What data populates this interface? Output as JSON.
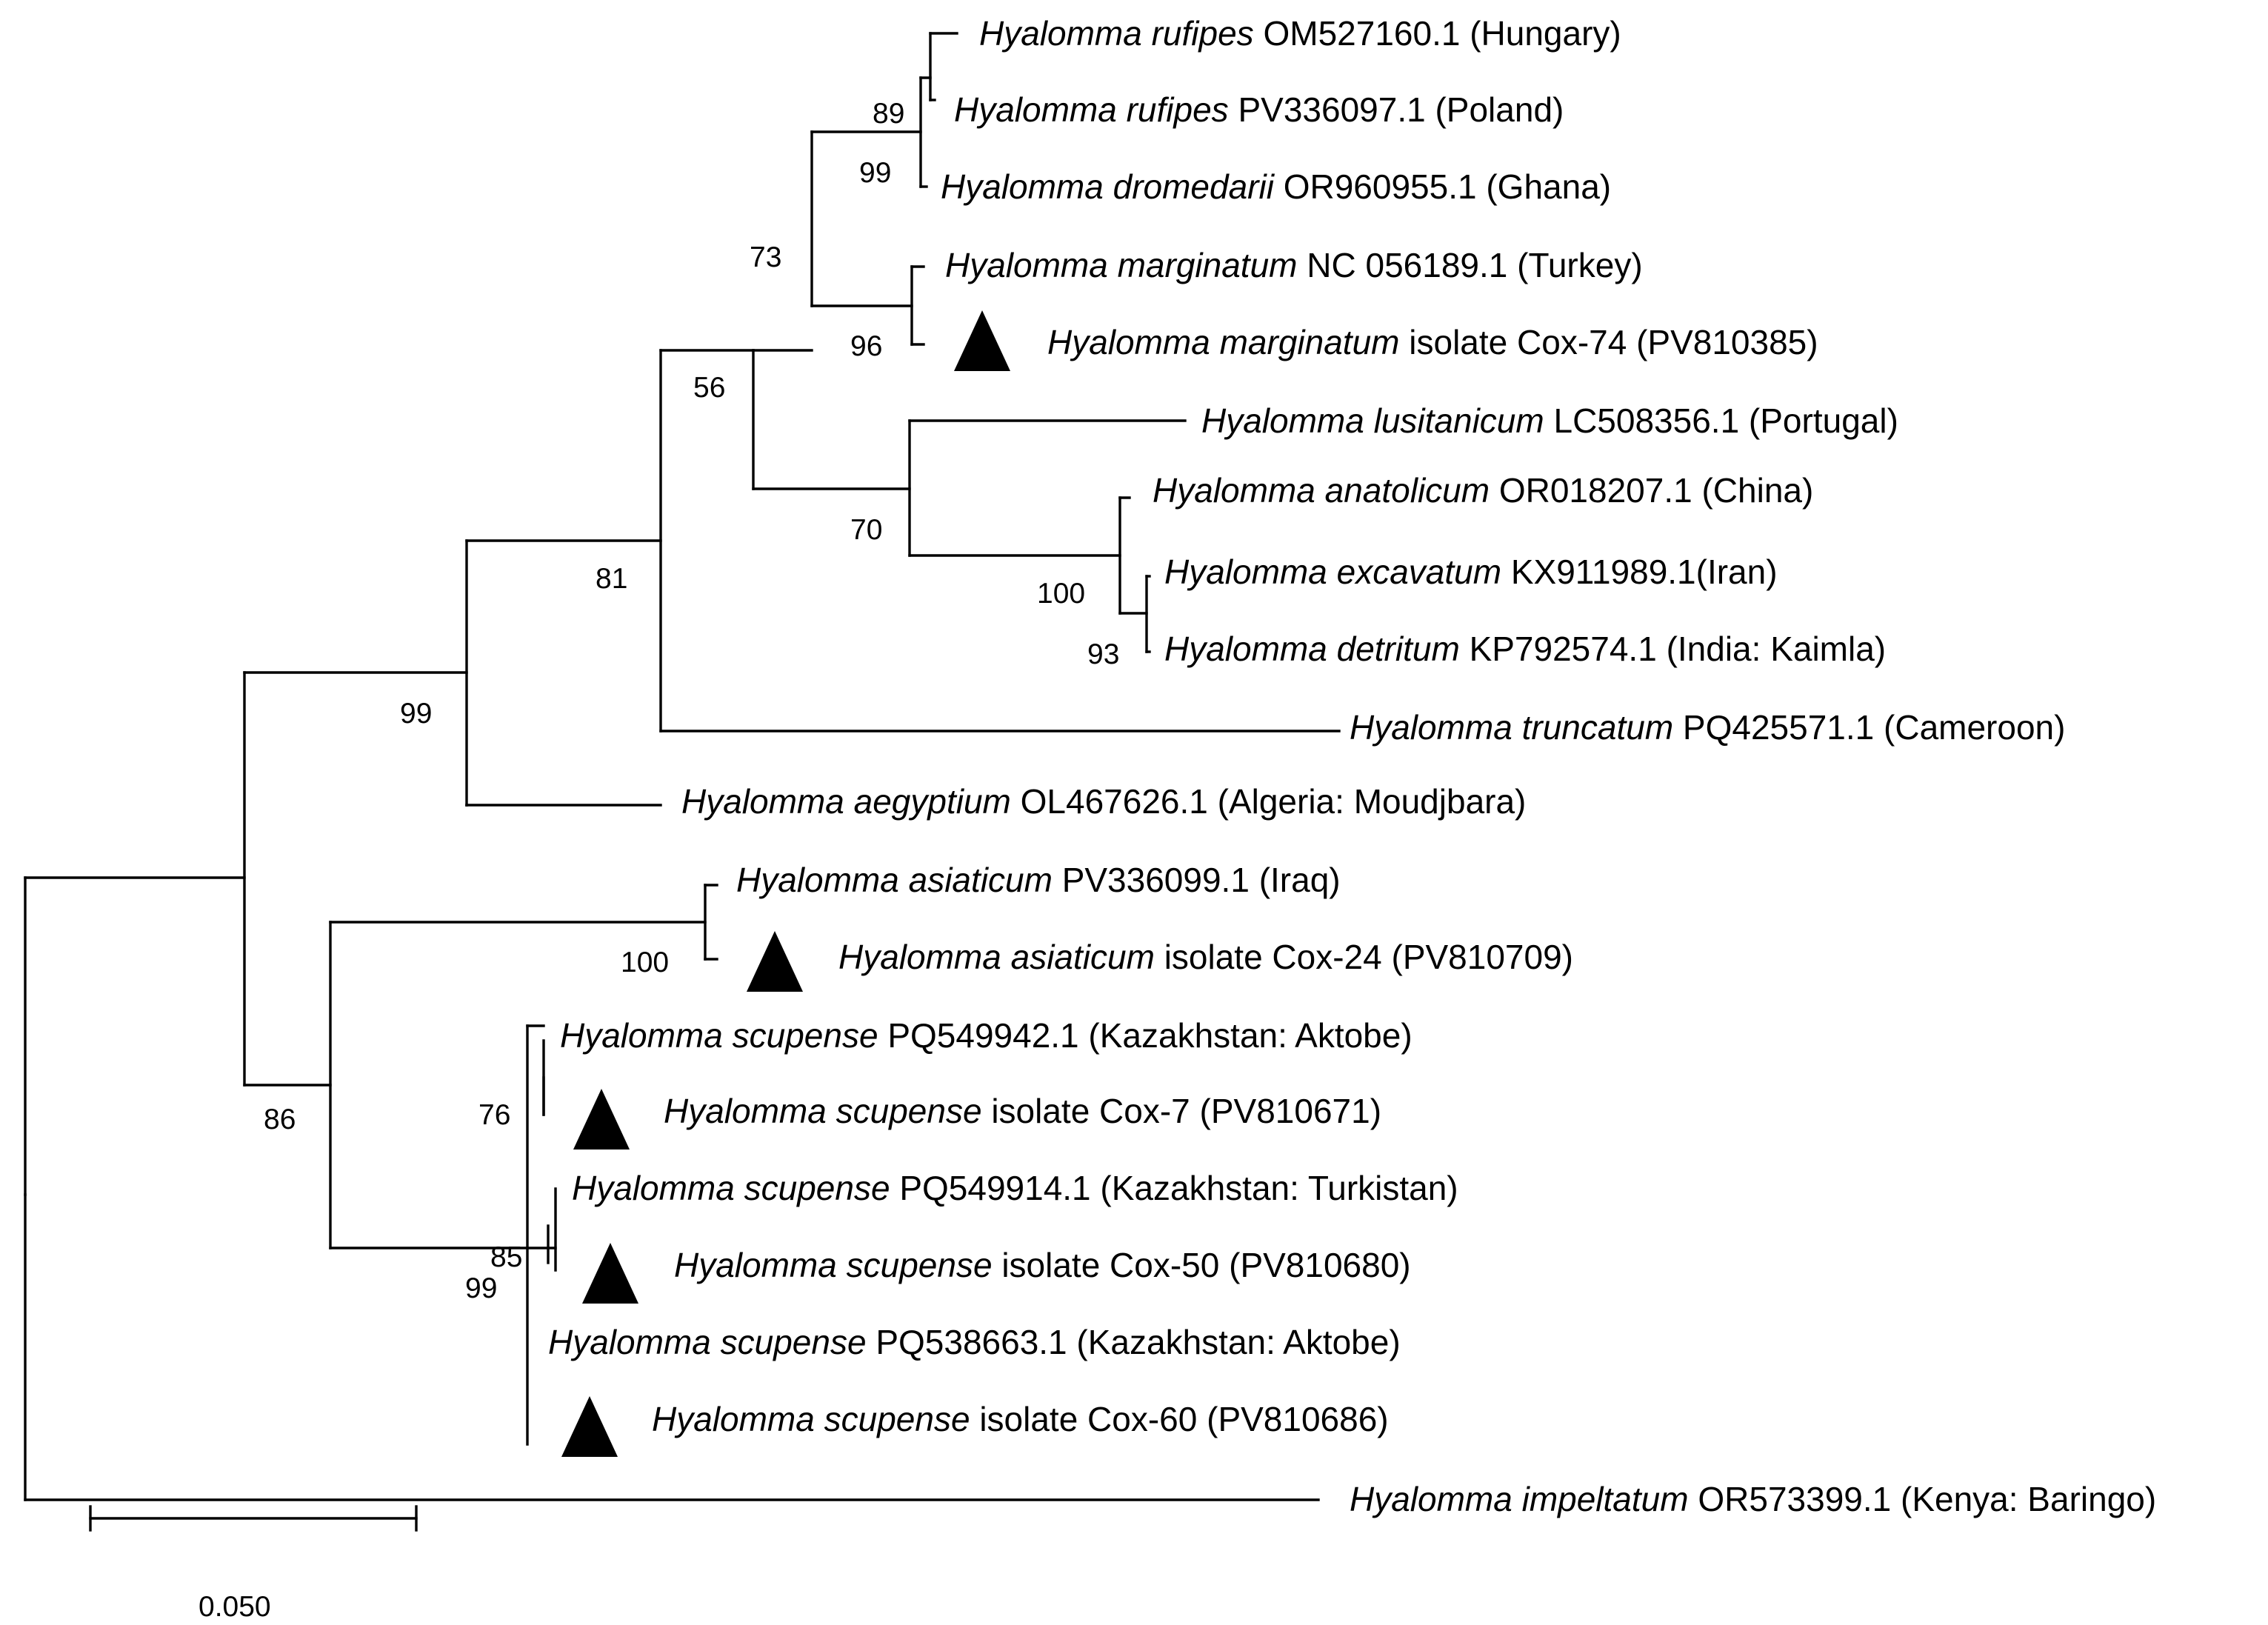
{
  "tree": {
    "taxa": [
      {
        "species": "Hyalomma rufipes",
        "accession": "OM527160.1 (Hungary)",
        "marked": false
      },
      {
        "species": "Hyalomma rufipes",
        "accession": "PV336097.1 (Poland)",
        "marked": false
      },
      {
        "species": "Hyalomma dromedarii",
        "accession": "OR960955.1 (Ghana)",
        "marked": false
      },
      {
        "species": "Hyalomma marginatum",
        "accession": "NC 056189.1 (Turkey)",
        "marked": false
      },
      {
        "species": "Hyalomma marginatum",
        "accession": "isolate Cox-74 (PV810385)",
        "marked": true
      },
      {
        "species": "Hyalomma lusitanicum",
        "accession": "LC508356.1 (Portugal)",
        "marked": false
      },
      {
        "species": "Hyalomma anatolicum",
        "accession": "OR018207.1 (China)",
        "marked": false
      },
      {
        "species": "Hyalomma excavatum",
        "accession": "KX911989.1(Iran)",
        "marked": false
      },
      {
        "species": "Hyalomma detritum",
        "accession": "KP792574.1 (India: Kaimla)",
        "marked": false
      },
      {
        "species": "Hyalomma truncatum",
        "accession": "PQ425571.1 (Cameroon)",
        "marked": false
      },
      {
        "species": "Hyalomma aegyptium",
        "accession": "OL467626.1 (Algeria: Moudjbara)",
        "marked": false
      },
      {
        "species": "Hyalomma asiaticum",
        "accession": "PV336099.1 (Iraq)",
        "marked": false
      },
      {
        "species": "Hyalomma asiaticum",
        "accession": "isolate Cox-24 (PV810709)",
        "marked": true
      },
      {
        "species": "Hyalomma scupense",
        "accession": "PQ549942.1 (Kazakhstan: Aktobe)",
        "marked": false
      },
      {
        "species": "Hyalomma scupense",
        "accession": "isolate Cox-7 (PV810671)",
        "marked": true
      },
      {
        "species": "Hyalomma scupense",
        "accession": "PQ549914.1 (Kazakhstan: Turkistan)",
        "marked": false
      },
      {
        "species": "Hyalomma scupense",
        "accession": "isolate Cox-50 (PV810680)",
        "marked": true
      },
      {
        "species": "Hyalomma scupense",
        "accession": "PQ538663.1 (Kazakhstan: Aktobe)",
        "marked": false
      },
      {
        "species": "Hyalomma scupense",
        "accession": "isolate Cox-60 (PV810686)",
        "marked": true
      },
      {
        "species": "Hyalomma impeltatum",
        "accession": "OR573399.1 (Kenya: Baringo)",
        "marked": false
      }
    ],
    "bootstrap": [
      "89",
      "99",
      "73",
      "96",
      "56",
      "70",
      "100",
      "93",
      "81",
      "99",
      "100",
      "76",
      "85",
      "99",
      "86"
    ],
    "scale_label": "0.050",
    "marker_color": "#000000"
  }
}
